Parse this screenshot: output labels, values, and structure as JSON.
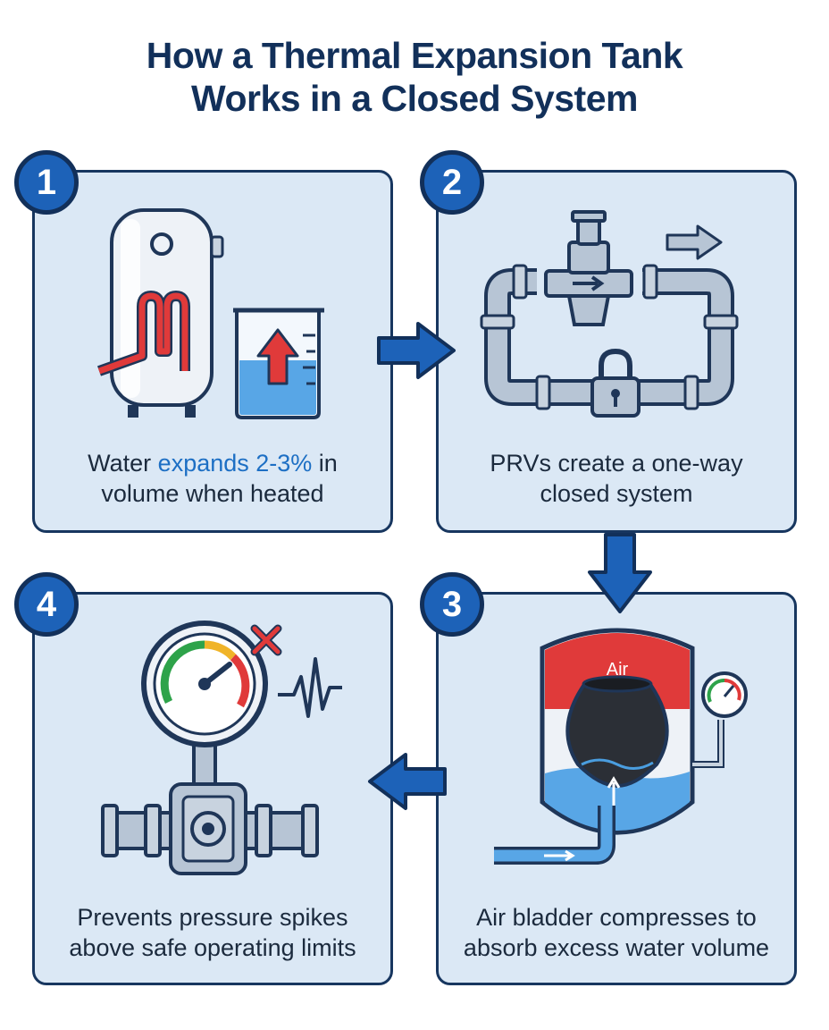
{
  "title": {
    "line1": "How a Thermal Expansion Tank",
    "line2": "Works in a Closed System"
  },
  "steps": [
    {
      "number": "1",
      "caption_pre": "Water ",
      "caption_highlight": "expands 2-3%",
      "caption_post": " in",
      "caption_line2": "volume when heated"
    },
    {
      "number": "2",
      "caption_line1": "PRVs create a one-way",
      "caption_line2": "closed system"
    },
    {
      "number": "3",
      "caption_line1": "Air bladder compresses to",
      "caption_line2": "absorb excess water volume",
      "tank_label": "Air"
    },
    {
      "number": "4",
      "caption_line1": "Prevents pressure spikes",
      "caption_line2": "above safe operating limits"
    }
  ],
  "colors": {
    "navy": "#12305a",
    "badge_blue": "#1d62b8",
    "panel_bg": "#dbe8f5",
    "highlight": "#1d6fc4",
    "heat_red": "#e03a3a",
    "water_blue": "#4a9ee0"
  },
  "icons": [
    "water-heater-icon",
    "beaker-icon",
    "prv-valve-icon",
    "lock-icon",
    "expansion-tank-icon",
    "pressure-gauge-icon"
  ]
}
